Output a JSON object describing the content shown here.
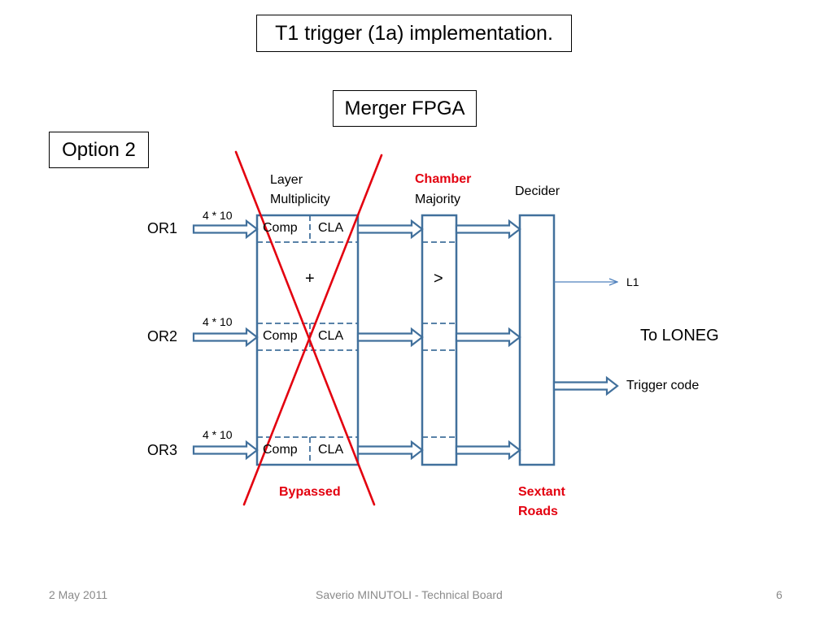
{
  "title": "T1 trigger (1a) implementation.",
  "fpga_label": "Merger FPGA",
  "option_label": "Option 2",
  "stages": {
    "layer_multiplicity": [
      "Layer",
      "Multiplicity"
    ],
    "chamber_majority": {
      "line1": "Chamber",
      "line2": "Majority"
    },
    "decider": "Decider"
  },
  "inputs": [
    {
      "name": "OR1",
      "width": "4 * 10"
    },
    {
      "name": "OR2",
      "width": "4 * 10"
    },
    {
      "name": "OR3",
      "width": "4 * 10"
    }
  ],
  "cells": {
    "comp": "Comp",
    "cla": "CLA"
  },
  "operators": {
    "plus": "+",
    "greater": ">"
  },
  "outputs": {
    "l1": "L1",
    "trigger_code": "Trigger code",
    "destination": "To LONEG"
  },
  "notes": {
    "bypassed": "Bypassed",
    "sextant_roads": [
      "Sextant",
      "Roads"
    ]
  },
  "colors": {
    "block_stroke": "#41709c",
    "cross": "#e3000f",
    "thin_arrow": "#4f81bd",
    "note_red": "#e3000f"
  },
  "footer": {
    "date": "2 May 2011",
    "author": "Saverio MINUTOLI - Technical Board",
    "page": "6"
  }
}
